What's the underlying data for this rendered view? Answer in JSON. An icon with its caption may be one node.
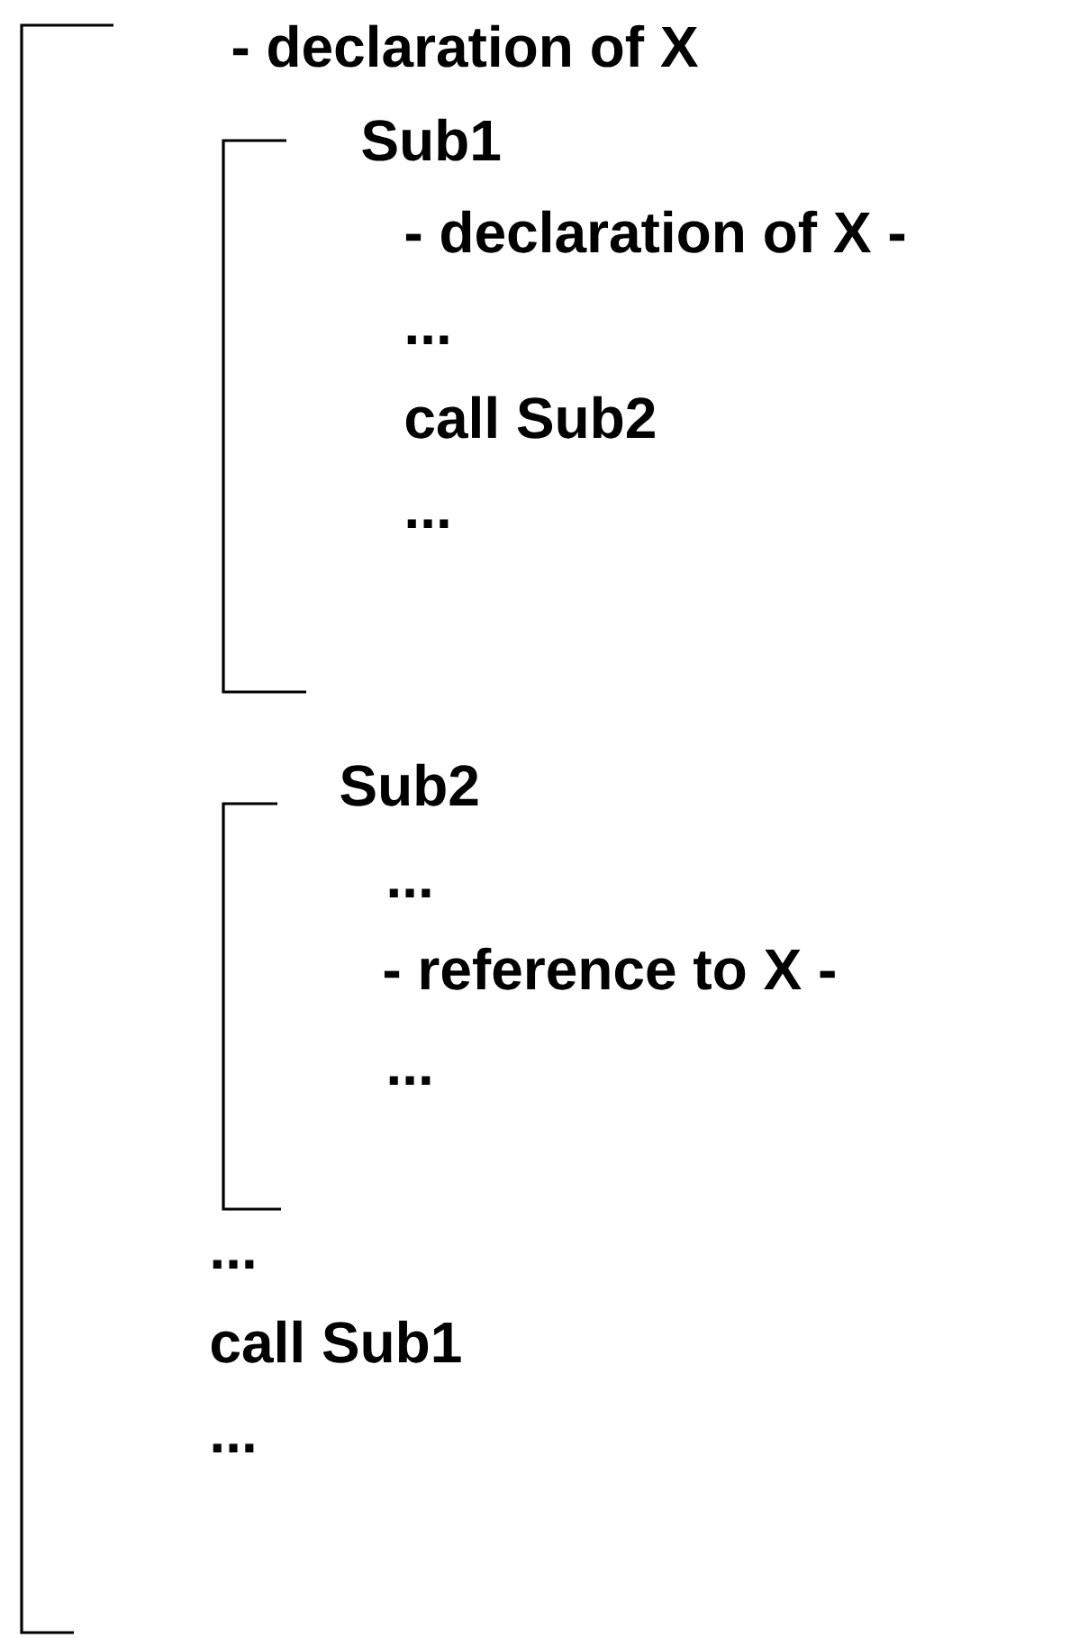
{
  "diagram": {
    "labels": [
      "- declaration of X",
      "Sub1",
      "- declaration of X -",
      "...",
      "call Sub2",
      "...",
      "Sub2",
      "...",
      "- reference to X -",
      "...",
      "...",
      "call Sub1",
      "..."
    ]
  }
}
